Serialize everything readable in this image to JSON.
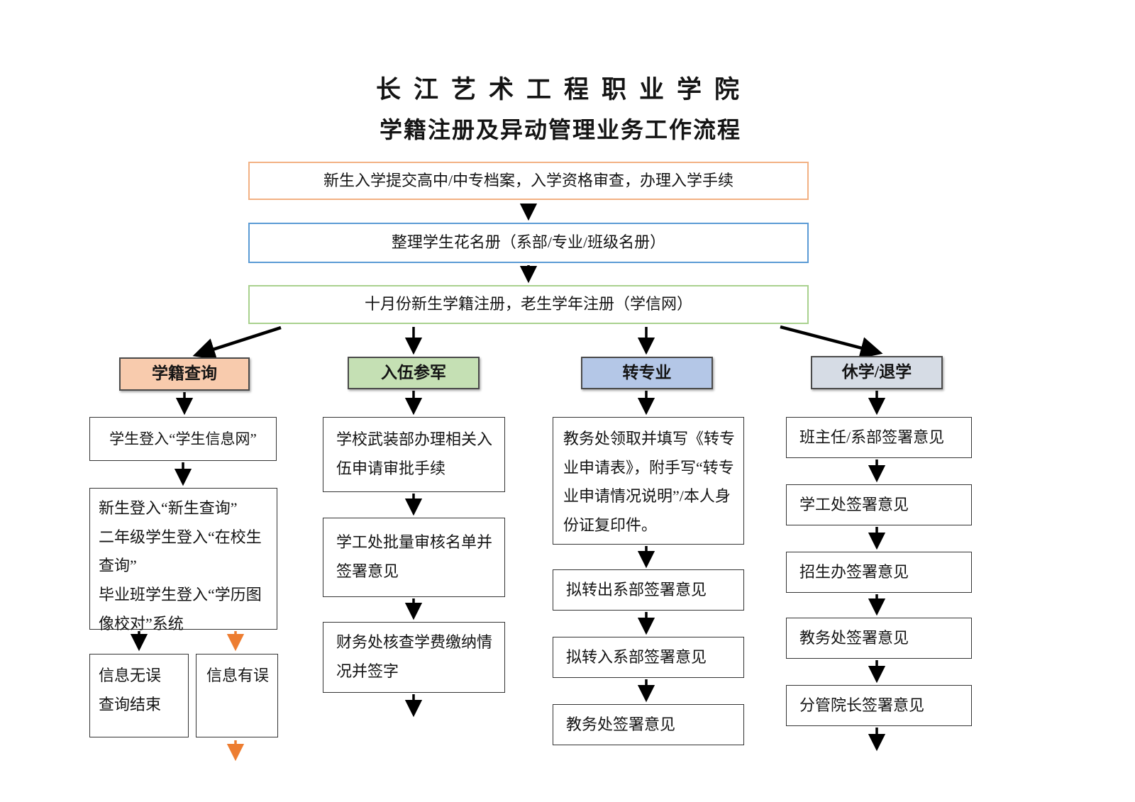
{
  "page": {
    "title": "长江艺术工程职业学院",
    "subtitle": "学籍注册及异动管理业务工作流程"
  },
  "main_flow": {
    "step1": "新生入学提交高中/中专档案，入学资格审查，办理入学手续",
    "step2": "整理学生花名册（系部/专业/班级名册）",
    "step3": "十月份新生学籍注册，老生学年注册（学信网）"
  },
  "branches": {
    "xueji_chaxun": {
      "header": "学籍查询",
      "step1": "学生登入“学生信息网”",
      "step2": "新生登入“新生查询”\n二年级学生登入“在校生查询”\n毕业班学生登入“学历图像校对”系统",
      "outcome_no_error": "信息无误\n查询结束",
      "outcome_error": "信息有误"
    },
    "ruwu_canjun": {
      "header": "入伍参军",
      "step1": "学校武装部办理相关入伍申请审批手续",
      "step2": "学工处批量审核名单并签署意见",
      "step3": "财务处核查学费缴纳情况并签字"
    },
    "zhuan_zhuanye": {
      "header": "转专业",
      "step1": "教务处领取并填写《转专业申请表》，附手写“转专业申请情况说明”/本人身份证复印件。",
      "step2": "拟转出系部签署意见",
      "step3": "拟转入系部签署意见",
      "step4": "教务处签署意见"
    },
    "xiuxue_tuixue": {
      "header": "休学/退学",
      "step1": "班主任/系部签署意见",
      "step2": "学工处签署意见",
      "step3": "招生办签署意见",
      "step4": "教务处签署意见",
      "step5": "分管院长签署意见"
    }
  },
  "colors": {
    "step1_border": "#F2B183",
    "step2_border": "#5B9BD5",
    "step3_border": "#A9D18E",
    "header_xueji_fill": "#F8CBAD",
    "header_ruwu_fill": "#C5E0B4",
    "header_zhuanye_fill": "#B4C7E7",
    "header_xiuxue_fill": "#D6DCE5",
    "arrow_black": "#000000",
    "arrow_orange": "#ED7D31"
  }
}
